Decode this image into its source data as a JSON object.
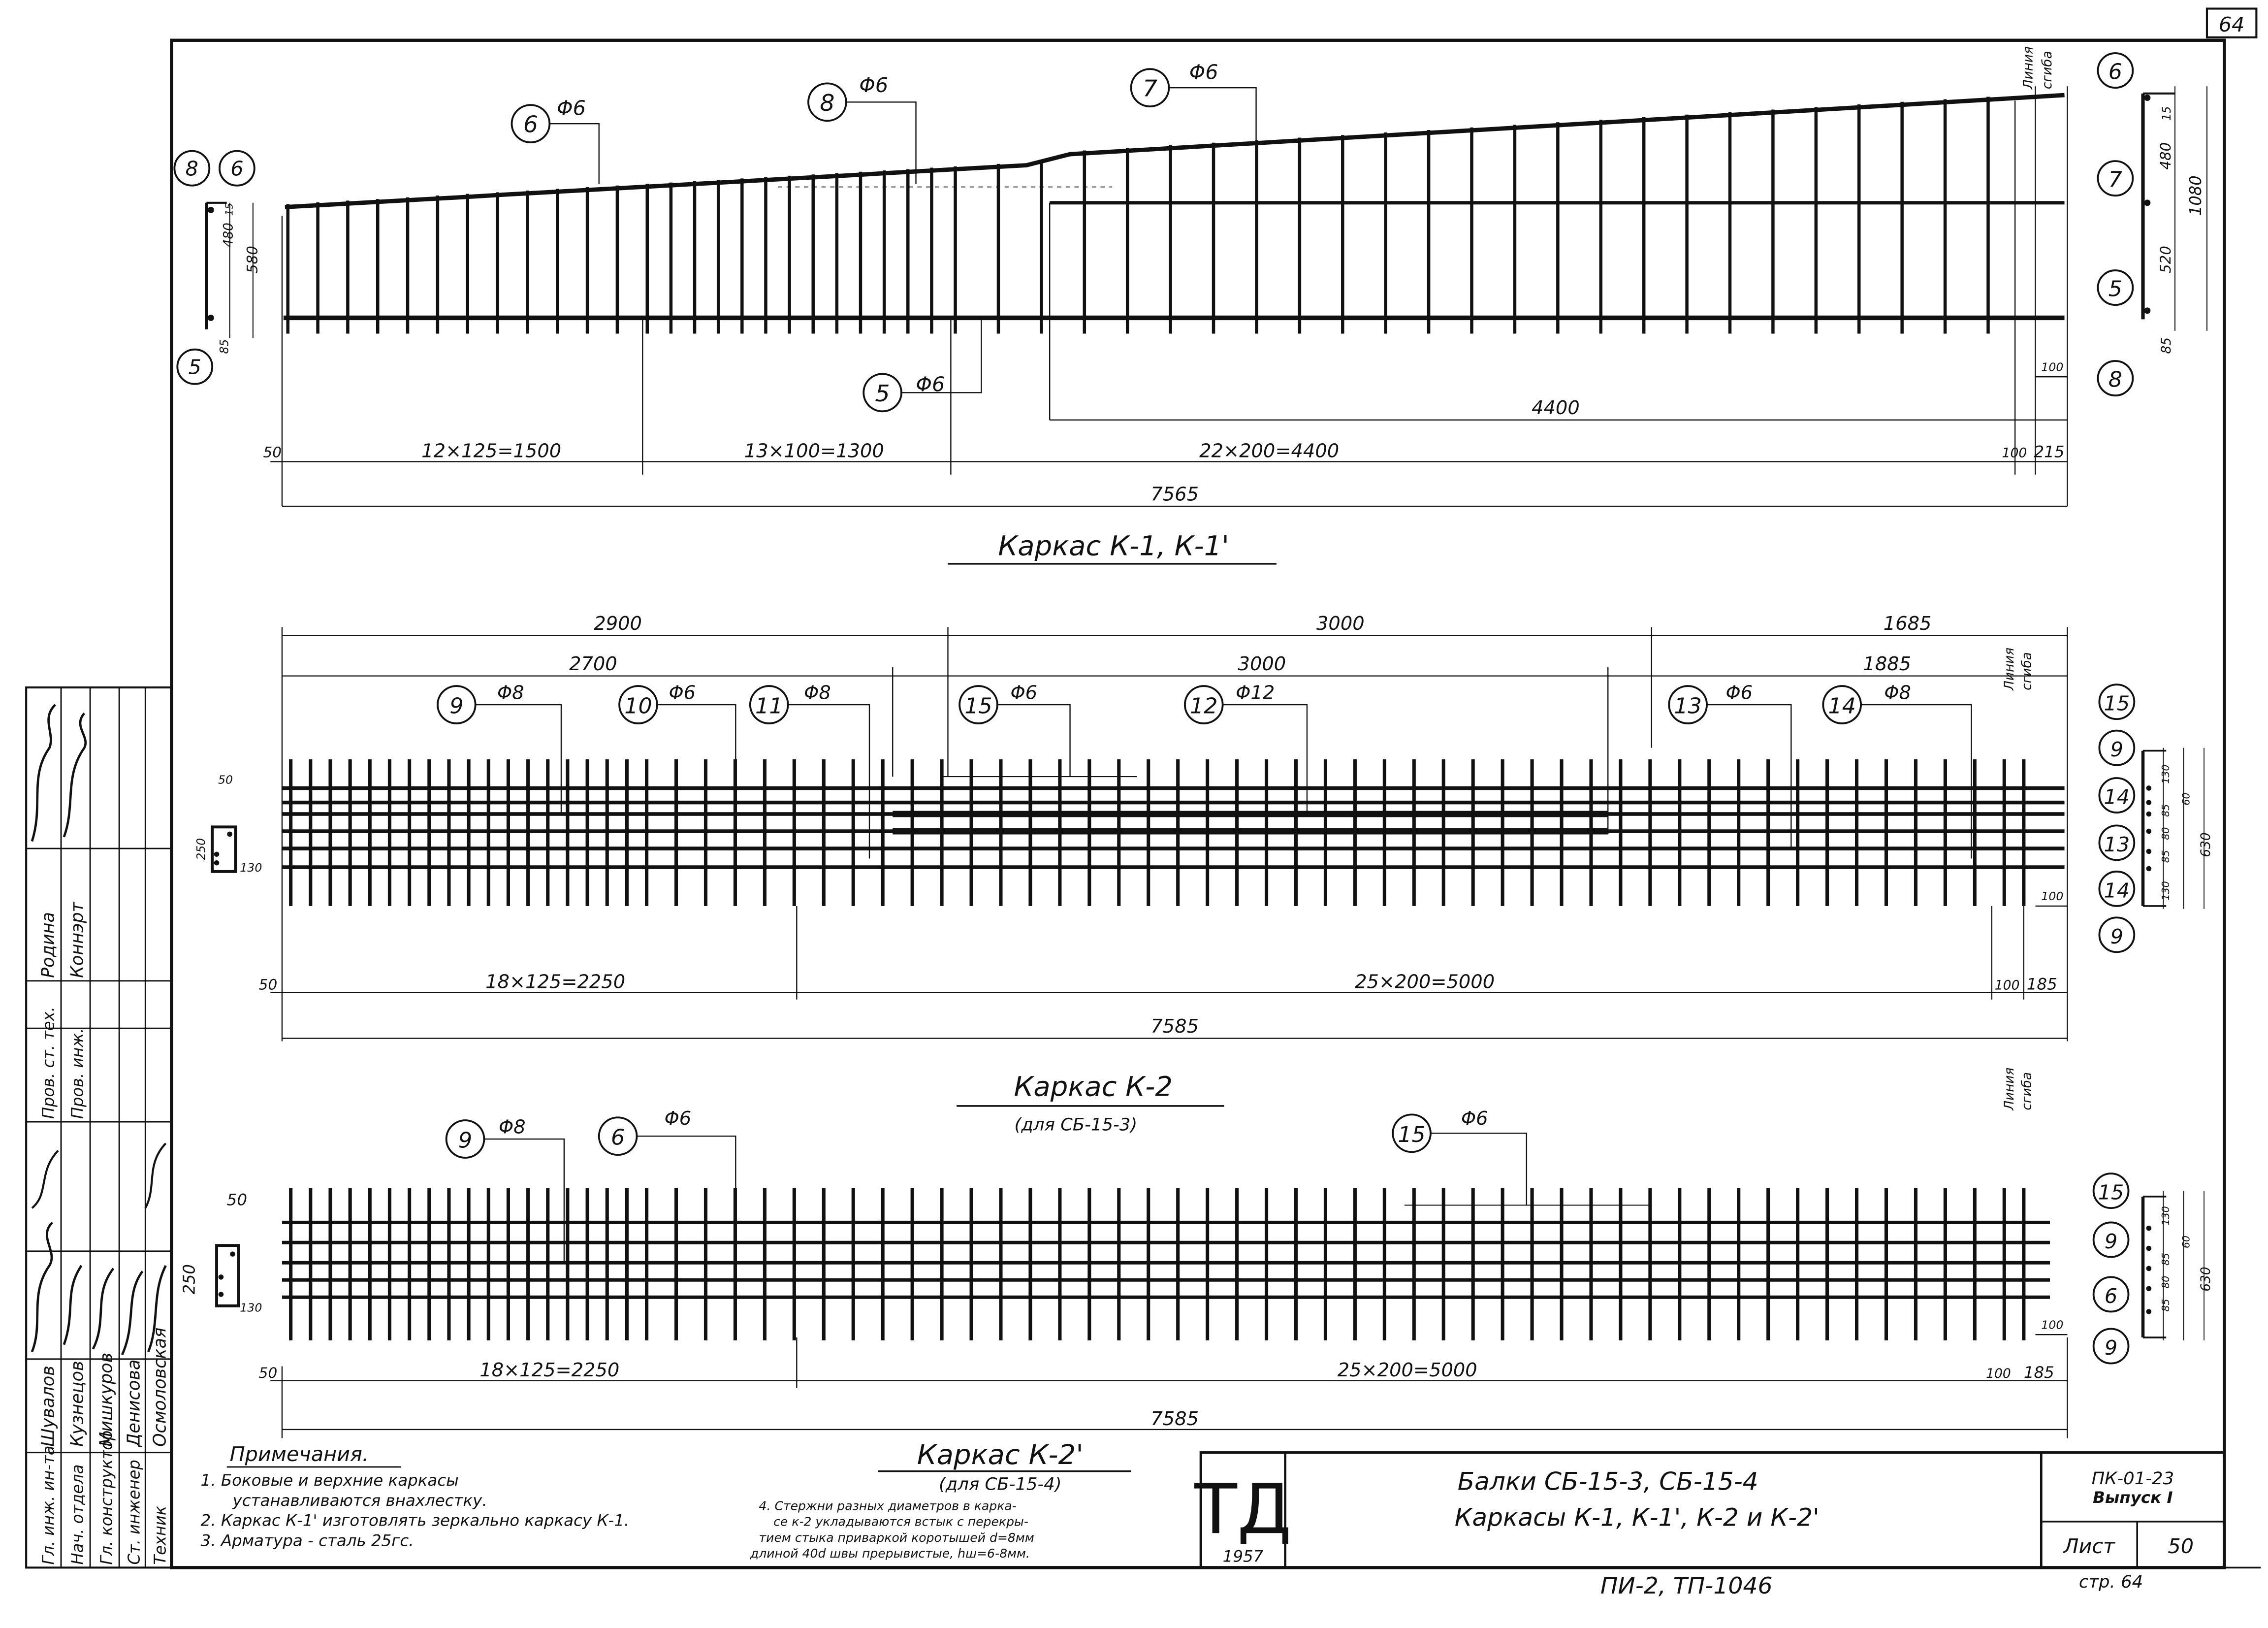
{
  "sheet": {
    "page_number": "64",
    "line_of_bend": [
      "Линия",
      "сгиба"
    ]
  },
  "k1": {
    "title": "Каркас К-1, К-1'",
    "callouts": [
      {
        "num": "6",
        "dia": "Φ6"
      },
      {
        "num": "8",
        "dia": "Φ6"
      },
      {
        "num": "7",
        "dia": "Φ6"
      },
      {
        "num": "5",
        "dia": "Φ6"
      }
    ],
    "left_section": {
      "num_top_a": "8",
      "num_top_b": "6",
      "num_bottom": "5",
      "dims": [
        "480",
        "15",
        "580",
        "85"
      ]
    },
    "right_section": {
      "nums": [
        "6",
        "7",
        "5",
        "8"
      ],
      "dims": [
        "15",
        "480",
        "1080",
        "520",
        "85"
      ]
    },
    "dims": {
      "seg1": "12×125=1500",
      "seg2": "13×100=1300",
      "seg3": "22×200=4400",
      "start": "50",
      "end_a": "100",
      "end_b": "215",
      "total": "7565",
      "upper_bar": "4400",
      "right_100": "100"
    }
  },
  "k2": {
    "title": "Каркас К-2",
    "subtitle": "(для СБ-15-3)",
    "callouts": [
      {
        "num": "9",
        "dia": "Φ8"
      },
      {
        "num": "10",
        "dia": "Φ6"
      },
      {
        "num": "11",
        "dia": "Φ8"
      },
      {
        "num": "15",
        "dia": "Φ6"
      },
      {
        "num": "12",
        "dia": "Φ12"
      },
      {
        "num": "13",
        "dia": "Φ6"
      },
      {
        "num": "14",
        "dia": "Φ8"
      }
    ],
    "top_dims_a": [
      "2900",
      "3000",
      "1685"
    ],
    "top_dims_b": [
      "2700",
      "3000",
      "1885"
    ],
    "left_section_dims": [
      "50",
      "250",
      "130"
    ],
    "right_section": {
      "nums": [
        "15",
        "9",
        "14",
        "13",
        "14",
        "9"
      ],
      "dims": [
        "130",
        "85",
        "80",
        "85",
        "60",
        "630",
        "130"
      ]
    },
    "dims": {
      "seg1": "18×125=2250",
      "seg2": "25×200=5000",
      "start": "50",
      "end_a": "100",
      "end_b": "185",
      "total": "7585",
      "right_100": "100"
    }
  },
  "k2p": {
    "title": "Каркас К-2'",
    "subtitle": "(для СБ-15-4)",
    "callouts": [
      {
        "num": "9",
        "dia": "Φ8"
      },
      {
        "num": "6",
        "dia": "Φ6"
      },
      {
        "num": "15",
        "dia": "Φ6"
      }
    ],
    "left_section_dims": [
      "50",
      "250",
      "130"
    ],
    "right_section": {
      "nums": [
        "15",
        "9",
        "6",
        "9"
      ],
      "dims": [
        "130",
        "60",
        "630",
        "85",
        "80",
        "85"
      ]
    },
    "dims": {
      "seg1": "18×125=2250",
      "seg2": "25×200=5000",
      "start": "50",
      "end_a": "100",
      "end_b": "185",
      "total": "7585",
      "right_100": "100"
    }
  },
  "notes": {
    "heading": "Примечания.",
    "items": [
      "1. Боковые и верхние каркасы",
      "устанавливаются внахлестку.",
      "2. Каркас К-1' изготовлять зеркально каркасу К-1.",
      "3. Арматура - сталь 25гс."
    ],
    "item4": [
      "4. Стержни разных диаметров в карка-",
      "се к-2 укладываются встык с перекры-",
      "тием стыка приваркой коротышей d=8мм",
      "длиной 40d швы прерывистые, hш=6-8мм."
    ]
  },
  "signatures": {
    "roles": [
      "Гл. инж. ин-та",
      "Нач. отдела",
      "Гл. конструктор",
      "Ст. инженер",
      "Техник"
    ],
    "names": [
      "Шувалов",
      "Кузнецов",
      "Мишкуров",
      "Денисова",
      "Осмоловская"
    ],
    "roles_upper": [
      "Пров. ст. тех.",
      "Пров. инж."
    ],
    "names_upper": [
      "Родина",
      "Коннэрт"
    ]
  },
  "title_block": {
    "logo": "ТД",
    "year": "1957",
    "line1": "Балки СБ-15-3, СБ-15-4",
    "line2": "Каркасы К-1, К-1', К-2 и К-2'",
    "code": "ПК-01-23",
    "issue": "Выпуск I",
    "sheet_label": "Лист",
    "sheet_no": "50",
    "page_label": "стр. 64",
    "bottom_code": "ПИ-2, ТП-1046"
  }
}
